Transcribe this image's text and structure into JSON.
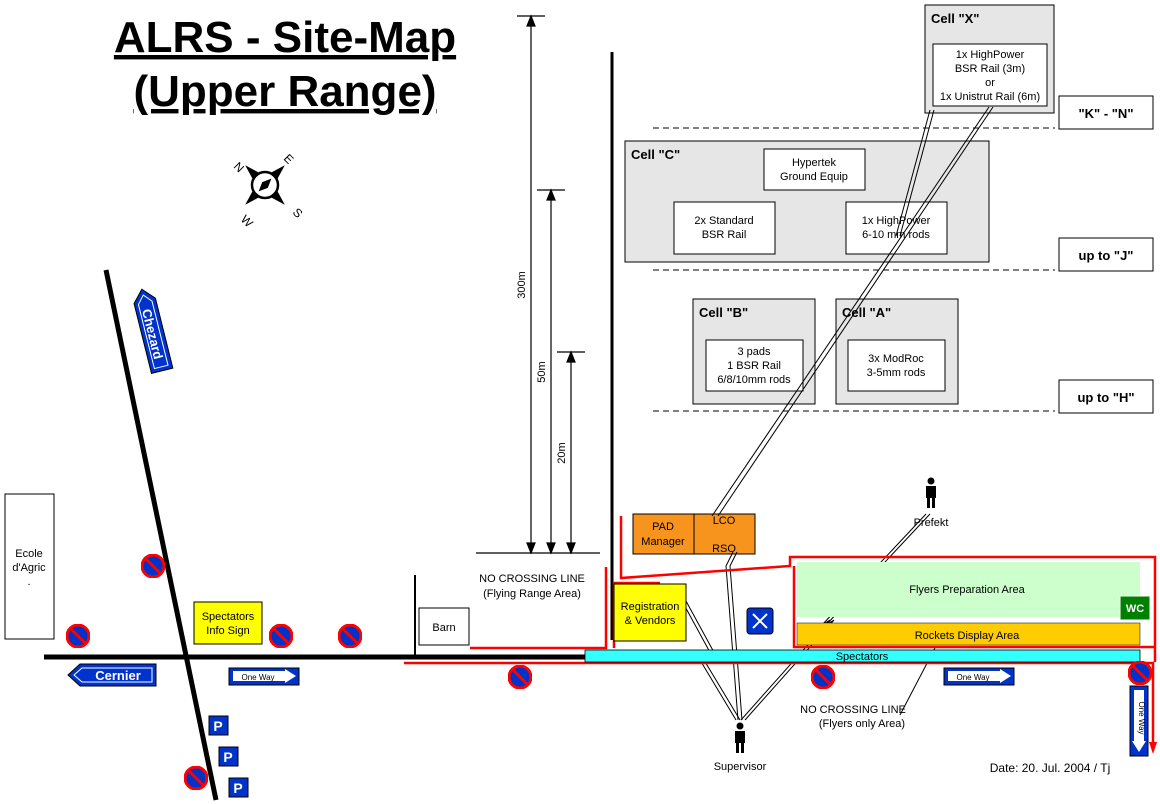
{
  "title": {
    "line1": "ALRS - Site-Map",
    "line2": "(Upper Range)"
  },
  "compass": {
    "n": "N",
    "e": "E",
    "s": "S",
    "w": "W"
  },
  "distances": {
    "d300": "300m",
    "d50": "50m",
    "d20": "20m"
  },
  "cells": {
    "x": {
      "title": "Cell  \"X\"",
      "lines": [
        "1x HighPower",
        "BSR Rail (3m)",
        "or",
        "1x Unistrut Rail (6m)"
      ]
    },
    "c": {
      "title": "Cell  \"C\"",
      "hypertek": [
        "Hypertek",
        "Ground Equip"
      ],
      "standard": [
        "2x Standard",
        "BSR Rail"
      ],
      "highpower": [
        "1x HighPower",
        "6-10 mm rods"
      ]
    },
    "b": {
      "title": "Cell  \"B\"",
      "lines": [
        "3 pads",
        "1 BSR Rail",
        "6/8/10mm rods"
      ]
    },
    "a": {
      "title": "Cell  \"A\"",
      "lines": [
        "3x ModRoc",
        "3-5mm rods"
      ]
    }
  },
  "range_labels": {
    "kn": "\"K\" - \"N\"",
    "j": "up to \"J\"",
    "h": "up to \"H\""
  },
  "roles": {
    "pad_manager": [
      "PAD",
      "Manager"
    ],
    "lco": "LCO",
    "rso": "RSO",
    "prefekt": "Prefekt",
    "supervisor": "Supervisor"
  },
  "areas": {
    "flyers_prep": "Flyers Preparation Area",
    "rockets_display": "Rockets Display Area",
    "spectators": "Spectators",
    "registration": [
      "Registration",
      "& Vendors"
    ],
    "wc": "WC",
    "barn": "Barn",
    "ecole": [
      "Ecole",
      "d'Agric",
      "."
    ],
    "spectators_sign": [
      "Spectators",
      "Info Sign"
    ]
  },
  "notes": {
    "no_crossing_1": [
      "NO CROSSING LINE",
      "(Flying Range Area)"
    ],
    "no_crossing_2": [
      "NO CROSSING LINE",
      "(Flyers only Area)"
    ],
    "date": "Date: 20. Jul. 2004 / Tj"
  },
  "road_signs": {
    "cernier": "Cernier",
    "chezard": "Chezard",
    "one_way": "One Way",
    "parking": "P"
  },
  "colors": {
    "cell_bg": "#e6e6e6",
    "orange": "#f7941d",
    "yellow": "#ffff00",
    "cyan": "#33ffff",
    "light_green": "#ccffcc",
    "gold": "#ffcc00",
    "red": "#ff0000",
    "blue": "#0033cc",
    "wc_green": "#008000"
  }
}
